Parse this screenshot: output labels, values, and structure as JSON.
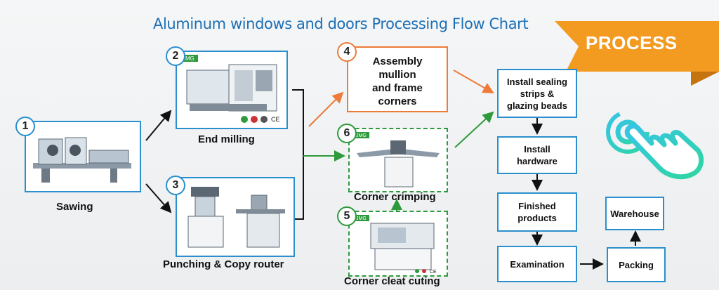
{
  "title": "Aluminum windows and doors Processing Flow Chart",
  "banner": "PROCESS",
  "steps": {
    "s1": {
      "num": "1",
      "label": "Sawing"
    },
    "s2": {
      "num": "2",
      "label": "End milling"
    },
    "s3": {
      "num": "3",
      "label": "Punching & Copy router"
    },
    "s4": {
      "num": "4",
      "label_lines": [
        "Assembly",
        "mullion",
        "and frame",
        "corners"
      ]
    },
    "s5": {
      "num": "5",
      "label": "Corner cleat cuting"
    },
    "s6": {
      "num": "6",
      "label": "Corner crimping"
    }
  },
  "flow": {
    "f1": [
      "Install sealing",
      "strips &",
      "glazing beads"
    ],
    "f2": [
      "Install",
      "hardware"
    ],
    "f3": [
      "Finished",
      "products"
    ],
    "f4": "Examination",
    "f5": "Packing",
    "f6": "Warehouse"
  },
  "brand": "JMG",
  "colors": {
    "blue": "#2a8fcc",
    "green": "#2e9a3c",
    "orange": "#ee7b39",
    "title": "#1b6fb5"
  },
  "icons": [
    "touch-hand-icon"
  ]
}
